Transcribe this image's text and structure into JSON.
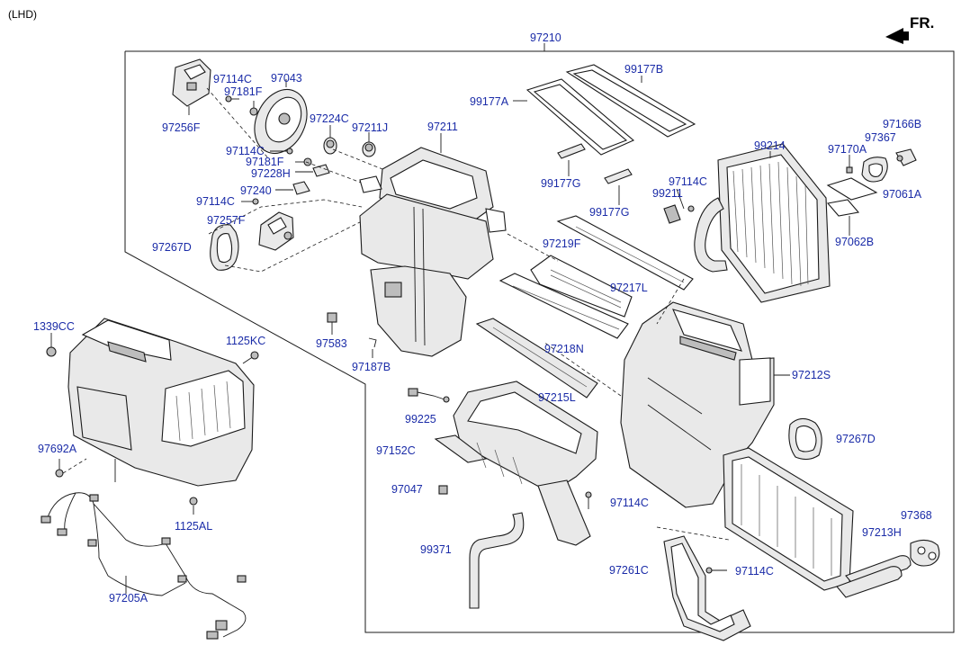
{
  "header": {
    "region": "(LHD)",
    "direction": "FR."
  },
  "assembly": {
    "main_part": "97210"
  },
  "callouts": {
    "c97210": "97210",
    "c99177B": "99177B",
    "c97114C_1": "97114C",
    "c97043": "97043",
    "c97181F_1": "97181F",
    "c99177A": "99177A",
    "c97256F": "97256F",
    "c97224C": "97224C",
    "c97211J": "97211J",
    "c97211": "97211",
    "c97166B": "97166B",
    "c97367": "97367",
    "c99214": "99214",
    "c97170A": "97170A",
    "c97114C_2": "97114C",
    "c97181F_2": "97181F",
    "c97228H": "97228H",
    "c99177G_1": "99177G",
    "c97114C_3": "97114C",
    "c99211": "99211",
    "c97061A": "97061A",
    "c97240": "97240",
    "c97114C_4": "97114C",
    "c99177G_2": "99177G",
    "c97257F": "97257F",
    "c97062B": "97062B",
    "c97267D_1": "97267D",
    "c97219F": "97219F",
    "c97217L": "97217L",
    "c1339CC": "1339CC",
    "c97583": "97583",
    "c1125KC": "1125KC",
    "c97218N": "97218N",
    "c97187B": "97187B",
    "c97212S": "97212S",
    "c97215L": "97215L",
    "c99225": "99225",
    "c97692A": "97692A",
    "c97267D_2": "97267D",
    "c97152C": "97152C",
    "c97047": "97047",
    "c97114C_5": "97114C",
    "c1125AL": "1125AL",
    "c97368": "97368",
    "c97213H": "97213H",
    "c99371": "99371",
    "c97261C": "97261C",
    "c97114C_6": "97114C",
    "c97205A": "97205A"
  },
  "colors": {
    "callout_text": "#1b2ca8",
    "line_art": "#1a1a1a",
    "background": "#ffffff"
  },
  "icons": {
    "direction_arrow": "arrow-icon"
  }
}
